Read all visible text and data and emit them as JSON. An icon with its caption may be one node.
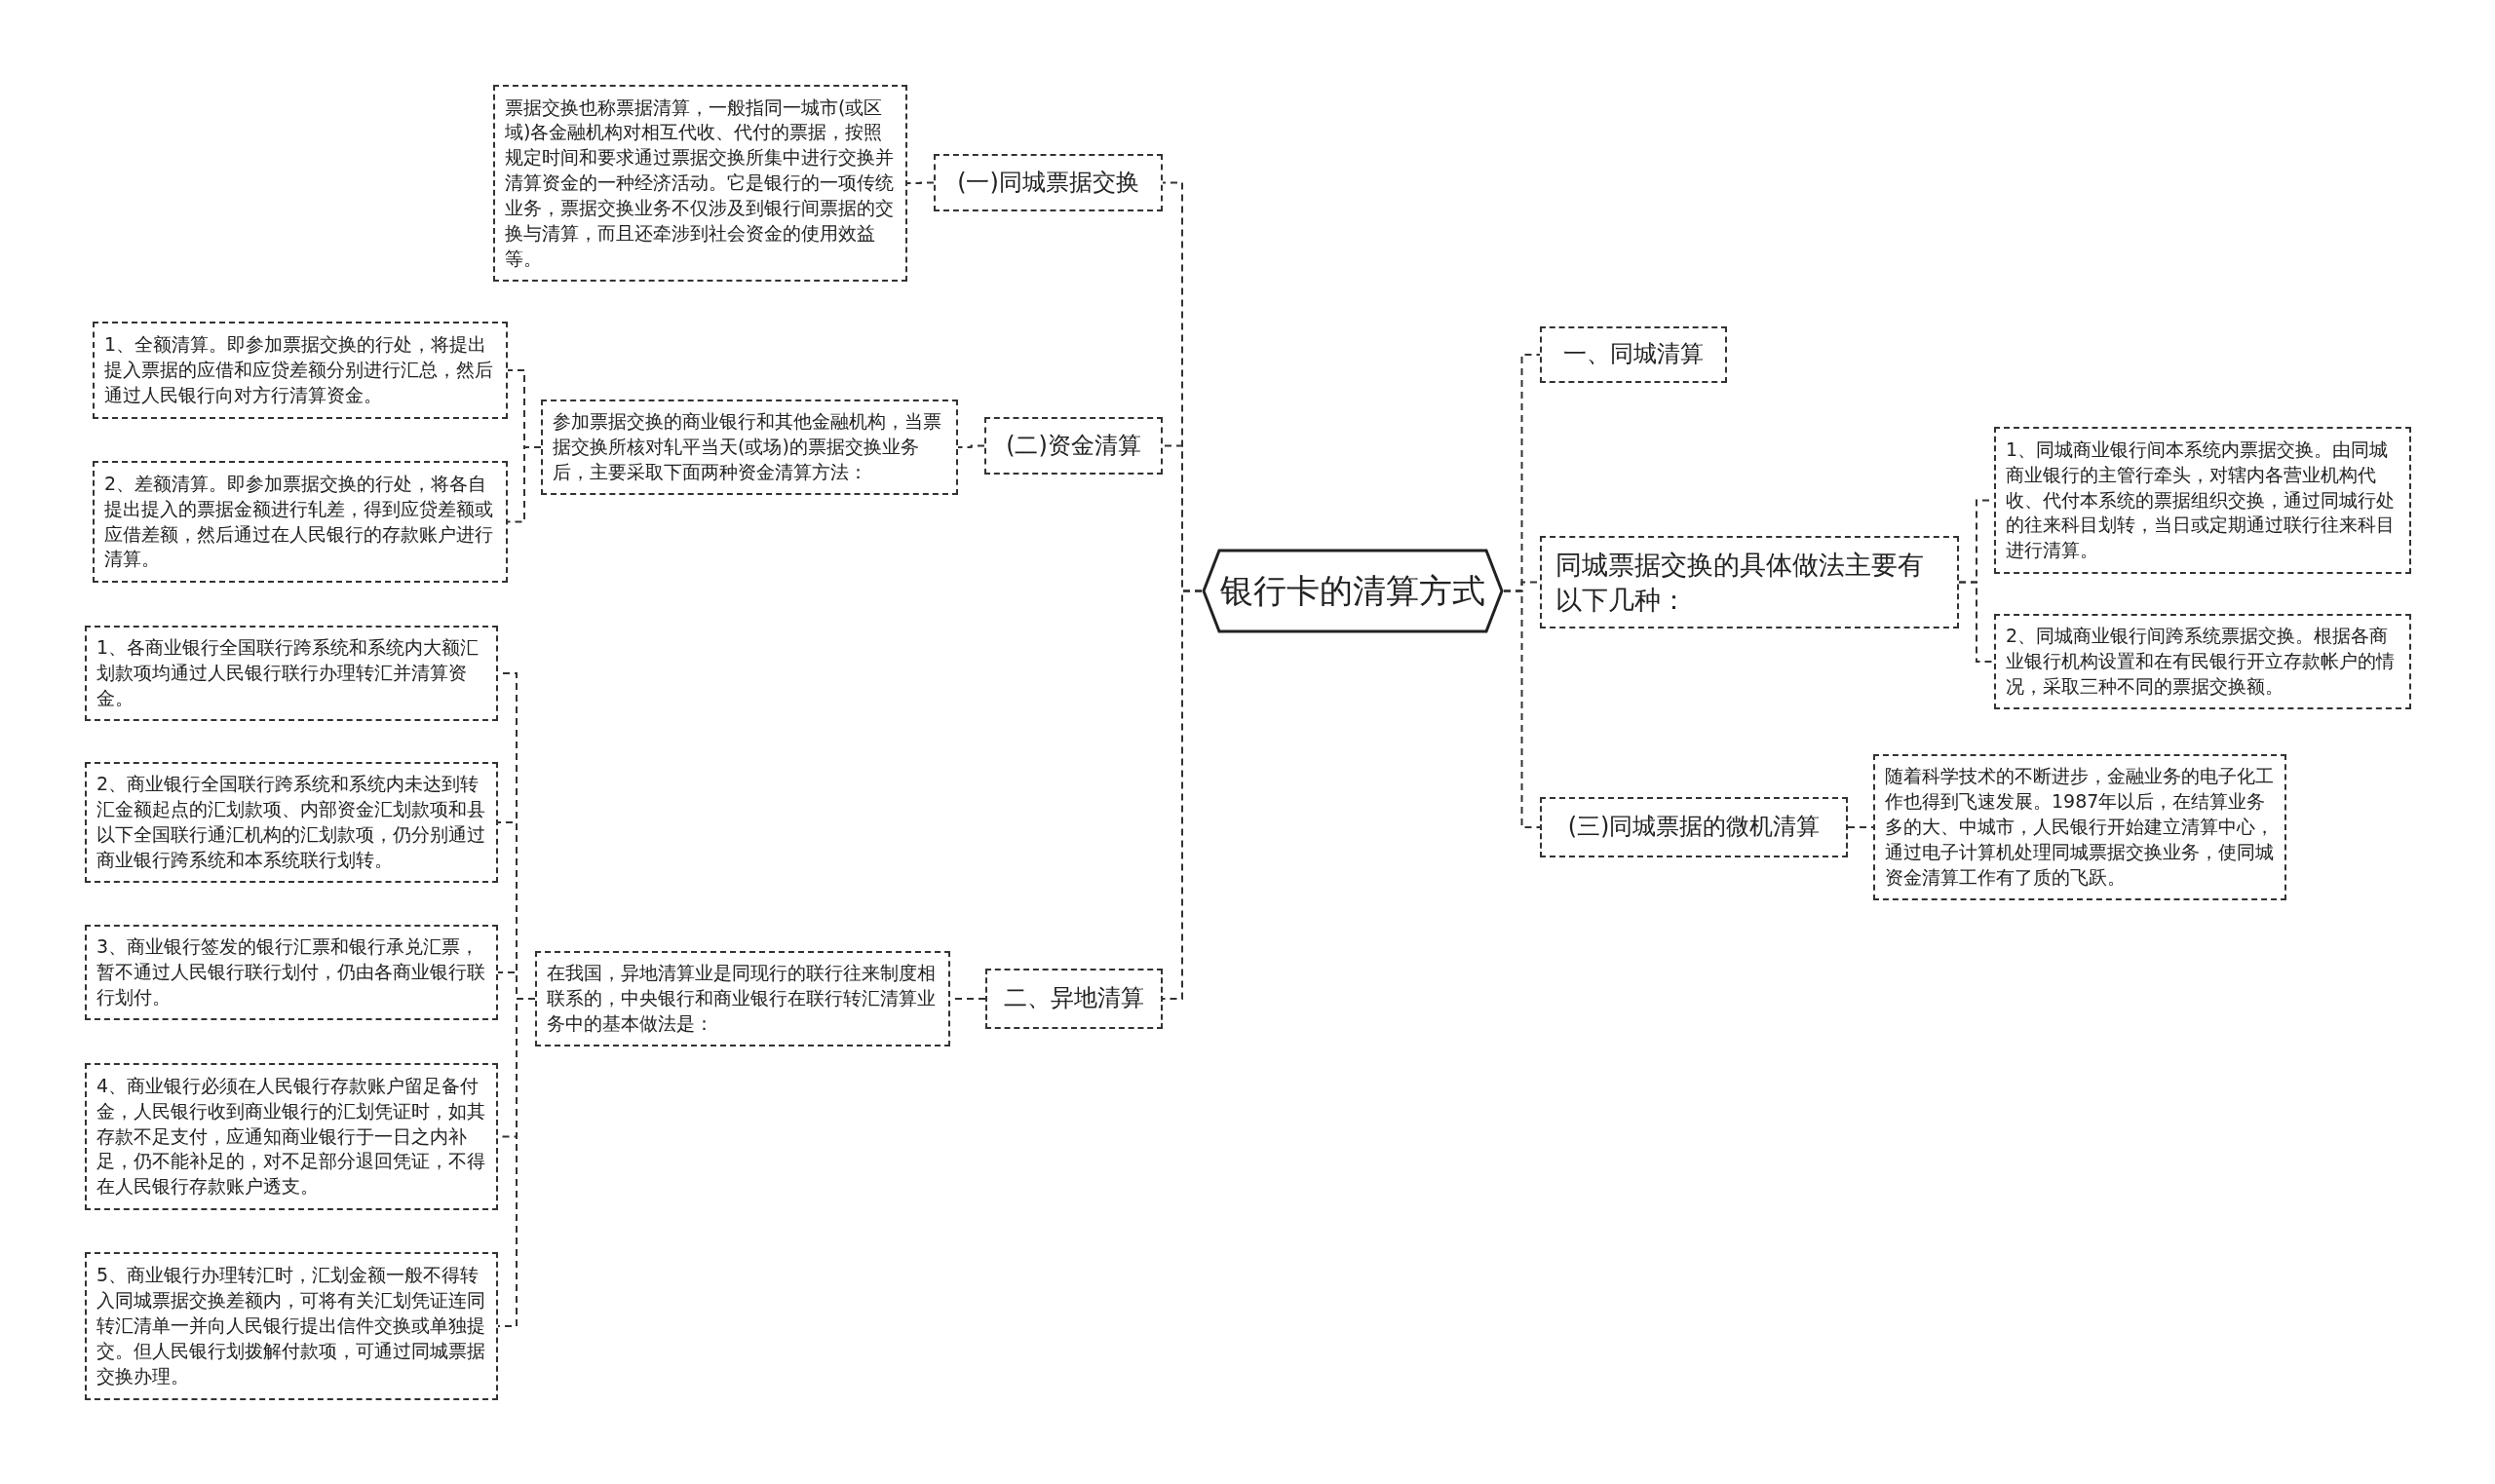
{
  "diagram": {
    "nodes": [
      {
        "text": [
          "银行卡的清算方式"
        ]
      },
      {
        "text": [
          "(一)同城票据交换"
        ]
      },
      {
        "text": [
          "票据交换也称票据清算，一般指同一城市(或区域)各金融机构对相互代收、代付的票据，按照规定时间和要求通过票据交换所集中进行交换并清算资金的一种经济活动。它是银行的一项传统业务，票据交换业务不仅涉及到银行间票据的交换与清算，而且还牵涉到社会资金的使用效益等。"
        ]
      },
      {
        "text": [
          "(二)资金清算"
        ]
      },
      {
        "text": [
          "参加票据交换的商业银行和其他金融机构，当票据交换所核对轧平当天(或场)的票据交换业务后，主要采取下面两种资金清算方法："
        ]
      },
      {
        "text": [
          "1、全额清算。即参加票据交换的行处，将提出提入票据的应借和应贷差额分别进行汇总，然后通过人民银行向对方行清算资金。"
        ]
      },
      {
        "text": [
          "2、差额清算。即参加票据交换的行处，将各自提出提入的票据金额进行轧差，得到应贷差额或应借差额，然后通过在人民银行的存款账户进行清算。"
        ]
      },
      {
        "text": [
          "二、异地清算"
        ]
      },
      {
        "text": [
          "在我国，异地清算业是同现行的联行往来制度相联系的，中央银行和商业银行在联行转汇清算业务中的基本做法是："
        ]
      },
      {
        "text": [
          "1、各商业银行全国联行跨系统和系统内大额汇划款项均通过人民银行联行办理转汇并清算资金。"
        ]
      },
      {
        "text": [
          "2、商业银行全国联行跨系统和系统内未达到转汇金额起点的汇划款项、内部资金汇划款项和县以下全国联行通汇机构的汇划款项，仍分别通过商业银行跨系统和本系统联行划转。"
        ]
      },
      {
        "text": [
          "3、商业银行签发的银行汇票和银行承兑汇票，暂不通过人民银行联行划付，仍由各商业银行联行划付。"
        ]
      },
      {
        "text": [
          "4、商业银行必须在人民银行存款账户留足备付金，人民银行收到商业银行的汇划凭证时，如其存款不足支付，应通知商业银行于一日之内补足，仍不能补足的，对不足部分退回凭证，不得在人民银行存款账户透支。"
        ]
      },
      {
        "text": [
          "5、商业银行办理转汇时，汇划金额一般不得转入同城票据交换差额内，可将有关汇划凭证连同转汇清单一并向人民银行提出信件交换或单独提交。但人民银行划拨解付款项，可通过同城票据交换办理。"
        ]
      },
      {
        "text": [
          "一、同城清算"
        ]
      },
      {
        "text": [
          "同城票据交换的具体做法主要有以下几种："
        ]
      },
      {
        "text": [
          "1、同城商业银行间本系统内票据交换。由同城商业银行的主管行牵头，对辖内各营业机构代收、代付本系统的票据组织交换，通过同城行处的往来科目划转，当日或定期通过联行往来科目进行清算。"
        ]
      },
      {
        "text": [
          "2、同城商业银行间跨系统票据交换。根据各商业银行机构设置和在有民银行开立存款帐户的情况，采取三种不同的票据交换额。"
        ]
      },
      {
        "text": [
          "(三)同城票据的微机清算"
        ]
      },
      {
        "text": [
          "随着科学技术的不断进步，金融业务的电子化工作也得到飞速发展。1987年以后，在结算业务多的大、中城市，人民银行开始建立清算中心，通过电子计算机处理同城票据交换业务，使同城资金清算工作有了质的飞跃。"
        ]
      }
    ],
    "edges": [
      {
        "from": 0,
        "to": 1,
        "arrow": "none"
      },
      {
        "from": 1,
        "to": 2,
        "arrow": "none"
      },
      {
        "from": 0,
        "to": 3,
        "arrow": "none"
      },
      {
        "from": 3,
        "to": 4,
        "arrow": "none"
      },
      {
        "from": 4,
        "to": 5,
        "arrow": "none"
      },
      {
        "from": 4,
        "to": 6,
        "arrow": "none"
      },
      {
        "from": 0,
        "to": 7,
        "arrow": "none"
      },
      {
        "from": 7,
        "to": 8,
        "arrow": "none"
      },
      {
        "from": 8,
        "to": 9,
        "arrow": "none"
      },
      {
        "from": 8,
        "to": 10,
        "arrow": "none"
      },
      {
        "from": 8,
        "to": 11,
        "arrow": "none"
      },
      {
        "from": 8,
        "to": 12,
        "arrow": "none"
      },
      {
        "from": 8,
        "to": 13,
        "arrow": "none"
      },
      {
        "from": 0,
        "to": 14,
        "arrow": "none"
      },
      {
        "from": 0,
        "to": 15,
        "arrow": "none"
      },
      {
        "from": 15,
        "to": 16,
        "arrow": "none"
      },
      {
        "from": 15,
        "to": 17,
        "arrow": "none"
      },
      {
        "from": 0,
        "to": 18,
        "arrow": "none"
      },
      {
        "from": 18,
        "to": 19,
        "arrow": "none"
      }
    ]
  }
}
